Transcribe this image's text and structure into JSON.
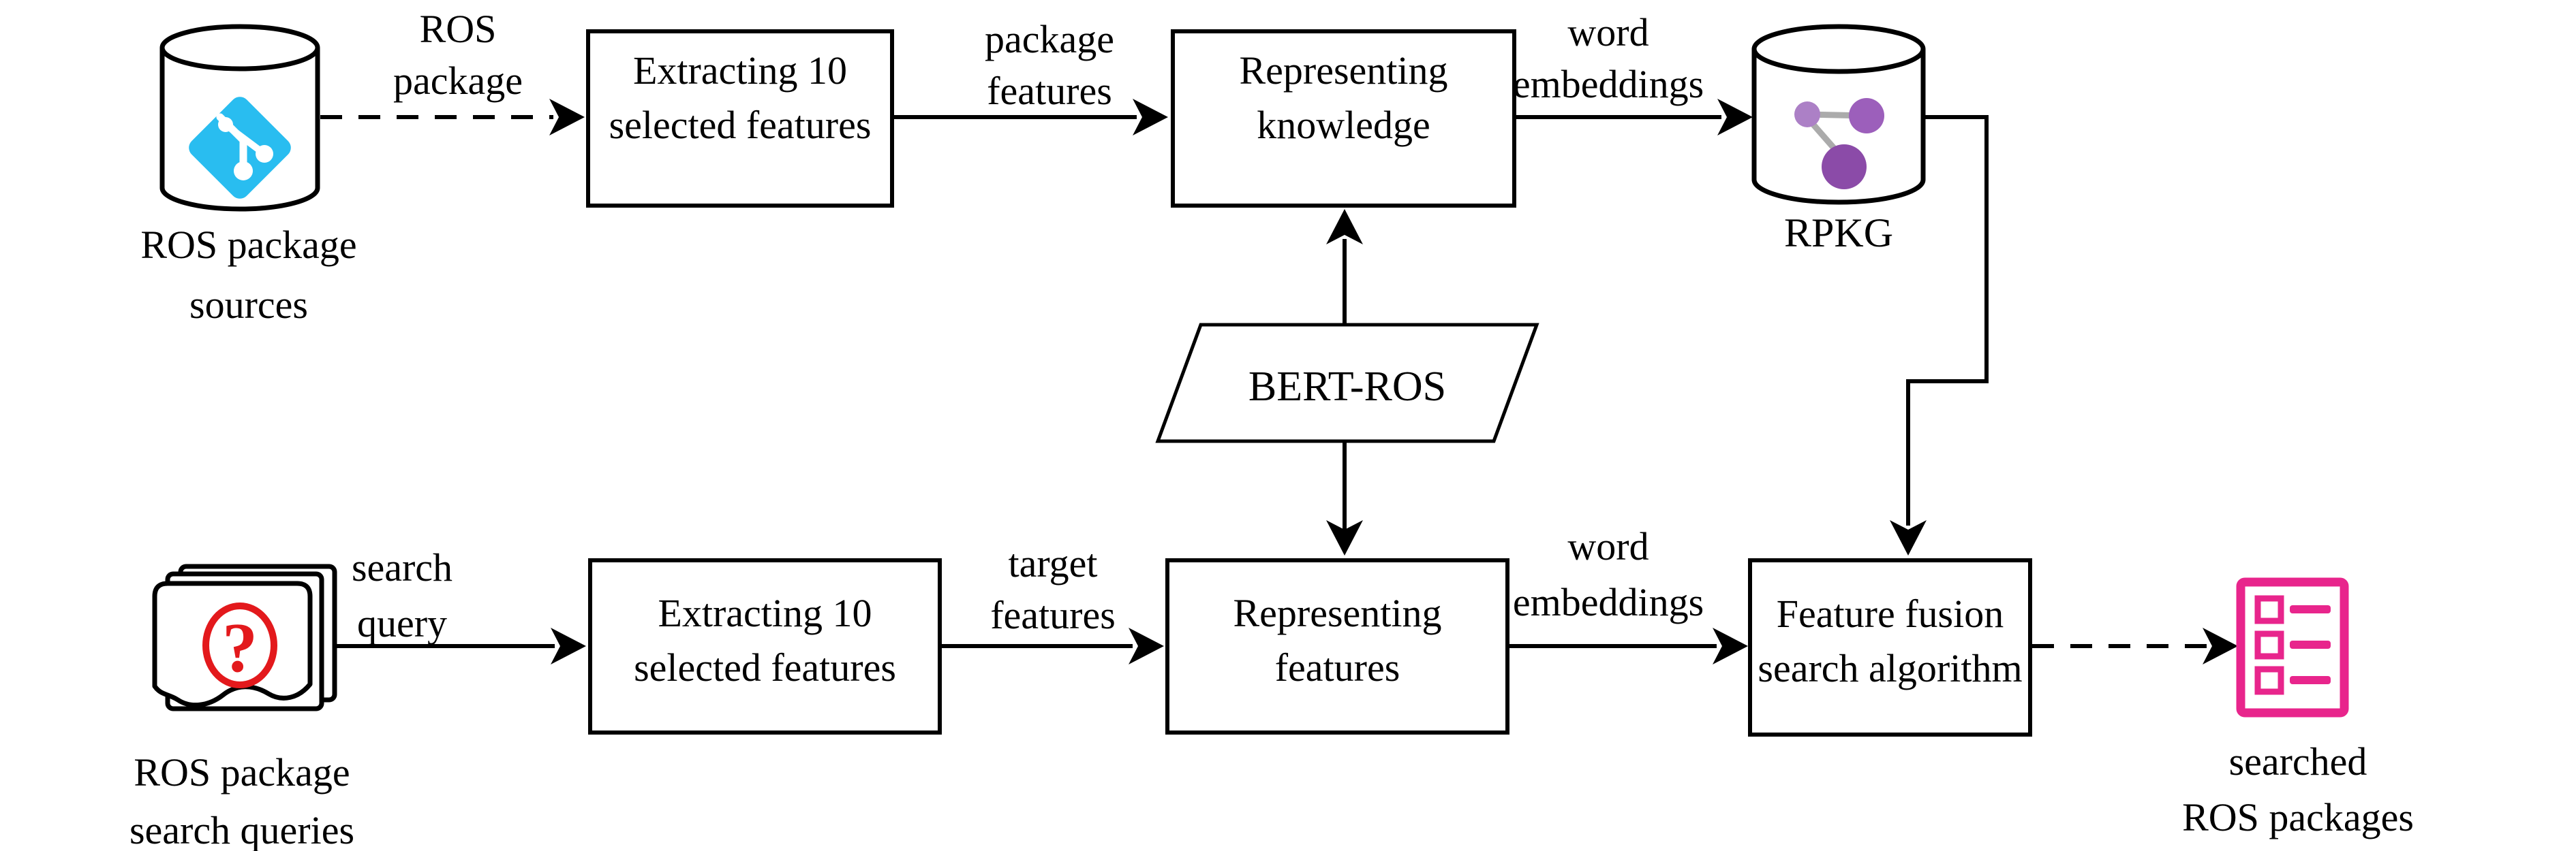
{
  "figure": {
    "nodes": {
      "sources_db": {
        "caption_line1": "ROS package",
        "caption_line2": "sources"
      },
      "extract_top": {
        "line1": "Extracting 10",
        "line2": "selected features"
      },
      "represent_knowledge": {
        "line1": "Representing",
        "line2": "knowledge"
      },
      "rpkg_db": {
        "label": "RPKG"
      },
      "bert_ros": {
        "label": "BERT-ROS"
      },
      "search_queries": {
        "caption_line1": "ROS package",
        "caption_line2": "search queries"
      },
      "extract_bottom": {
        "line1": "Extracting 10",
        "line2": "selected features"
      },
      "represent_features": {
        "line1": "Representing",
        "line2": "features"
      },
      "feature_fusion": {
        "line1": "Feature fusion",
        "line2": "search algorithm"
      },
      "search_results": {
        "caption_line1": "searched",
        "caption_line2": "ROS packages"
      }
    },
    "edge_labels": {
      "ros_package": {
        "line1": "ROS",
        "line2": "package"
      },
      "package_features": {
        "line1": "package",
        "line2": "features"
      },
      "word_embeddings_top": {
        "line1": "word",
        "line2": "embeddings"
      },
      "search_query": {
        "line1": "search",
        "line2": "query"
      },
      "target_features": {
        "line1": "target",
        "line2": "features"
      },
      "word_embeddings_bottom": {
        "line1": "word",
        "line2": "embeddings"
      }
    },
    "icons": {
      "question_mark_glyph": "?"
    },
    "colors": {
      "git_icon": "#29BDF0",
      "graph_node_light": "#AC80C6",
      "graph_node_mid": "#9C5FBB",
      "graph_node_dark": "#8B4BA8",
      "graph_edge": "#ABABAB",
      "question_mark": "#E3191C",
      "results_icon": "#E8258C",
      "line": "#000000",
      "background": "#FFFFFF"
    }
  }
}
